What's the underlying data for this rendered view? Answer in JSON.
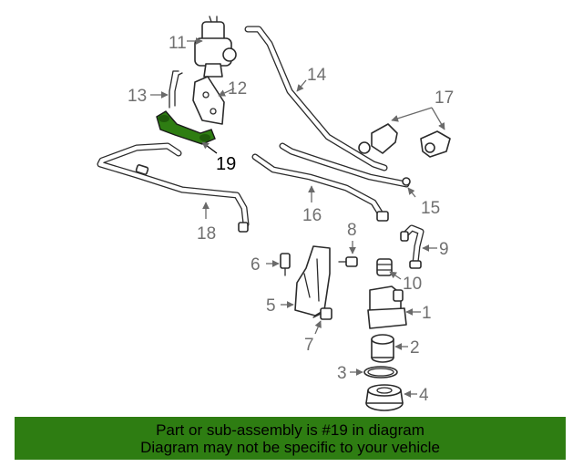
{
  "callouts": {
    "c1": "1",
    "c2": "2",
    "c3": "3",
    "c4": "4",
    "c5": "5",
    "c6": "6",
    "c7": "7",
    "c8": "8",
    "c9": "9",
    "c10": "10",
    "c11": "11",
    "c12": "12",
    "c13": "13",
    "c14": "14",
    "c15": "15",
    "c16": "16",
    "c17": "17",
    "c18": "18",
    "c19": "19"
  },
  "highlight": {
    "part_number": "19",
    "color": "#2e7d12"
  },
  "banner": {
    "line1": "Part or sub-assembly is #19 in diagram",
    "line2": "Diagram may not be specific to your vehicle",
    "background": "#2e7d12"
  }
}
